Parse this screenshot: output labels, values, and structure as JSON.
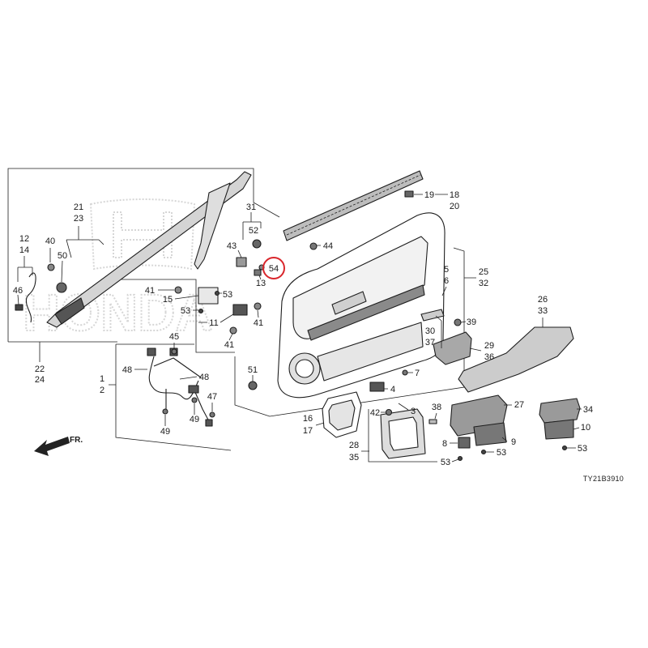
{
  "watermark": {
    "text": "HONDA"
  },
  "diagram_code": "TY21B3910",
  "front_arrow_label": "FR.",
  "highlight": {
    "callout": "54",
    "color": "#d9262c"
  },
  "callouts": [
    "21",
    "23",
    "12",
    "14",
    "40",
    "50",
    "46",
    "22",
    "24",
    "31",
    "52",
    "43",
    "54",
    "13",
    "53",
    "41",
    "15",
    "53",
    "11",
    "41",
    "41",
    "45",
    "48",
    "48",
    "1",
    "2",
    "47",
    "49",
    "49",
    "51",
    "44",
    "19",
    "18",
    "20",
    "5",
    "6",
    "25",
    "32",
    "26",
    "33",
    "39",
    "30",
    "37",
    "29",
    "36",
    "7",
    "4",
    "3",
    "42",
    "38",
    "27",
    "34",
    "16",
    "17",
    "28",
    "35",
    "9",
    "10",
    "8",
    "53",
    "53",
    "53"
  ]
}
